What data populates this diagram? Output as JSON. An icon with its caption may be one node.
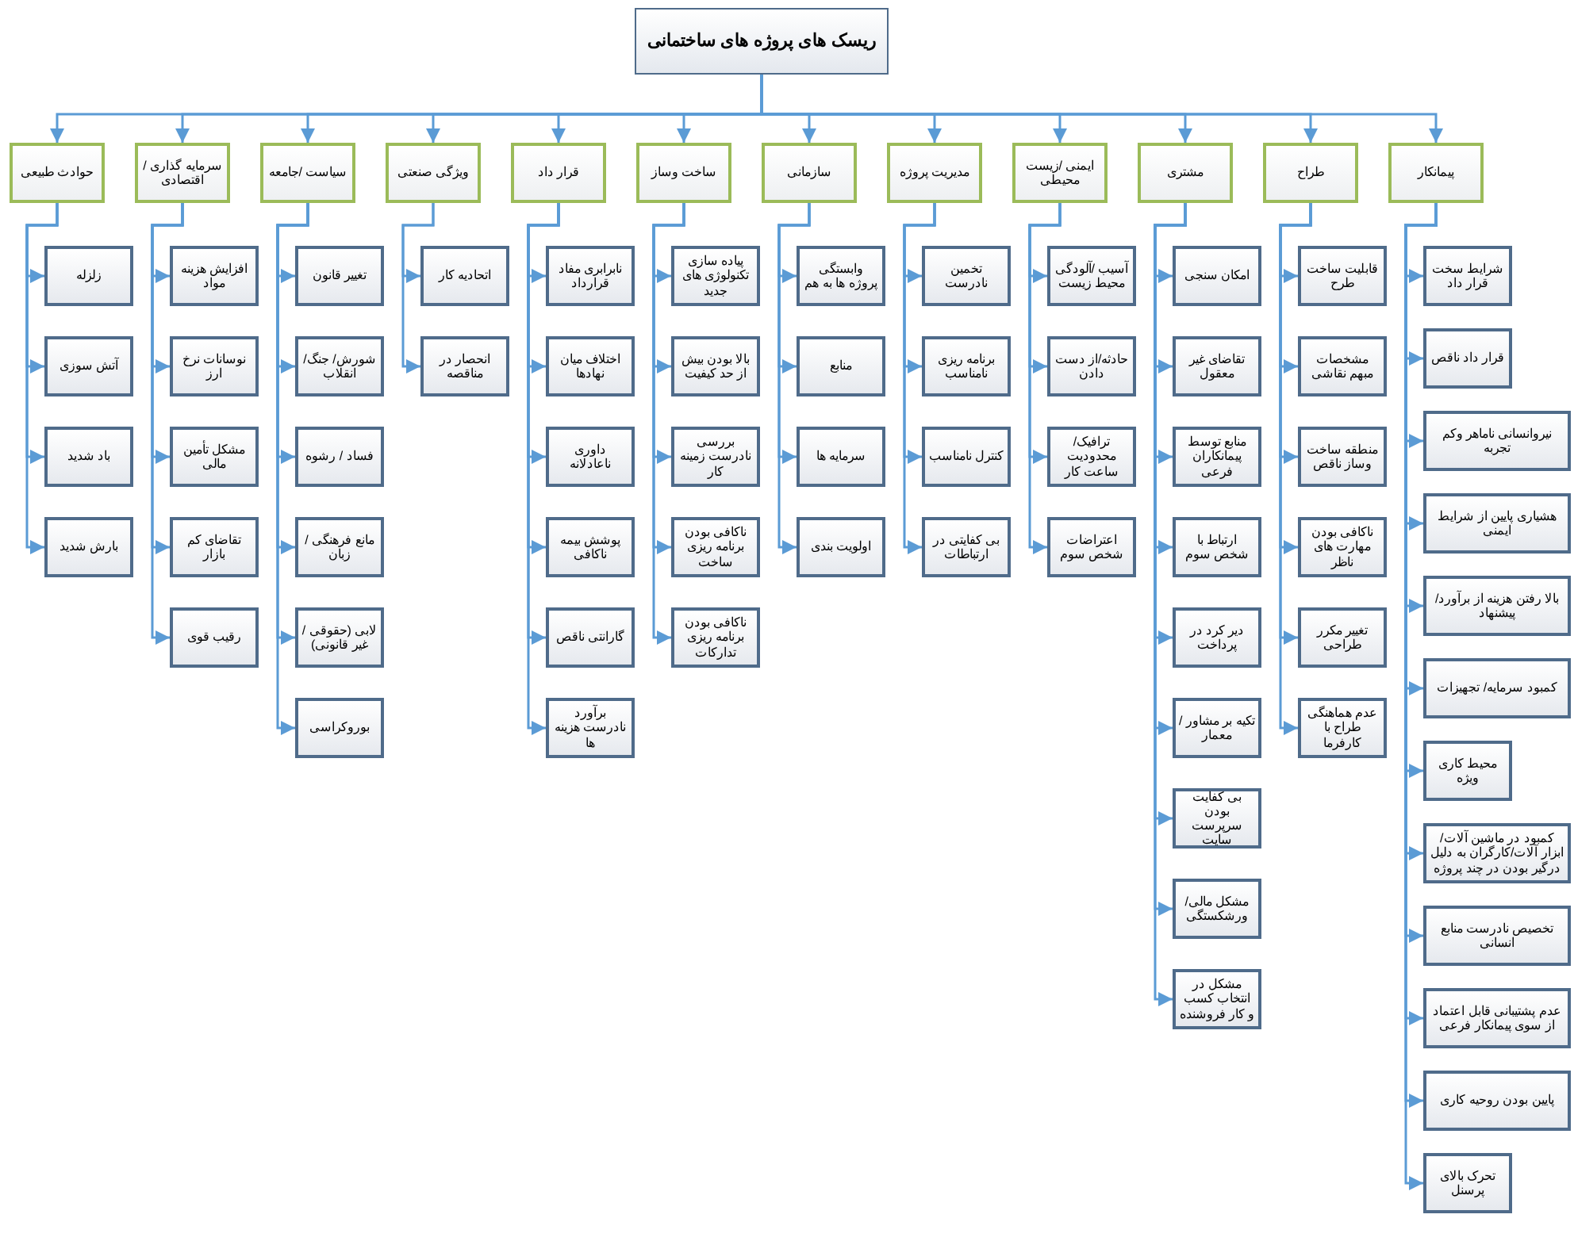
{
  "diagram": {
    "nodes": [
      {
        "text": [
          "ریسک های پروژه های ساختمانی"
        ]
      },
      {
        "text": [
          "پیمانکار"
        ]
      },
      {
        "text": [
          "شرایط سخت قرار داد"
        ]
      },
      {
        "text": [
          "قرار داد ناقص"
        ]
      },
      {
        "text": [
          "نیروانسانی ناماهر وکم تجربه"
        ]
      },
      {
        "text": [
          "هشیاری پایین از شرایط ایمنی"
        ]
      },
      {
        "text": [
          "بالا رفتن هزینه از برآورد/ پیشنهاد"
        ]
      },
      {
        "text": [
          "کمبود سرمایه/ تجهیزات"
        ]
      },
      {
        "text": [
          "محیط کاری ویژه"
        ]
      },
      {
        "text": [
          "کمبود در ماشین آلات/ ابزار آلات/کارگران به دلیل درگیر بودن در چند پروژه"
        ]
      },
      {
        "text": [
          "تخصیص نادرست منابع انسانی"
        ]
      },
      {
        "text": [
          "عدم پشتیبانی قابل اعتماد از سوی پیمانکار فرعی"
        ]
      },
      {
        "text": [
          "پایین بودن روحیه کاری"
        ]
      },
      {
        "text": [
          "تحرک بالای پرسنل"
        ]
      },
      {
        "text": [
          "طراح"
        ]
      },
      {
        "text": [
          "قابلیت ساخت طرح"
        ]
      },
      {
        "text": [
          "مشخصات مبهم نقاشی"
        ]
      },
      {
        "text": [
          "منطقه ساخت وساز ناقص"
        ]
      },
      {
        "text": [
          "ناکافی بودن مهارت های ناظر"
        ]
      },
      {
        "text": [
          "تغییر مکرر طراحی"
        ]
      },
      {
        "text": [
          "عدم هماهنگی طراح با کارفرما"
        ]
      },
      {
        "text": [
          "مشتری"
        ]
      },
      {
        "text": [
          "امکان سنجی"
        ]
      },
      {
        "text": [
          "تقاضای غیر معقول"
        ]
      },
      {
        "text": [
          "منابع توسط پیمانکاران فرعی"
        ]
      },
      {
        "text": [
          "ارتباط با شخص سوم"
        ]
      },
      {
        "text": [
          "دیر کرد در پرداخت"
        ]
      },
      {
        "text": [
          "تکیه بر مشاور / معمار"
        ]
      },
      {
        "text": [
          "بی کفایت بودن سرپرست سایت"
        ]
      },
      {
        "text": [
          "مشکل مالی/ ورشکستگی"
        ]
      },
      {
        "text": [
          "مشکل در انتخاب کسب و کار فروشنده"
        ]
      },
      {
        "text": [
          "ایمنی /زیست محیطی"
        ]
      },
      {
        "text": [
          "آسیب /آلودگی محیط زیست"
        ]
      },
      {
        "text": [
          "حادثه/از دست دادن"
        ]
      },
      {
        "text": [
          "ترافیک/ محدودیت ساعت کار"
        ]
      },
      {
        "text": [
          "اعتراضات شخص سوم"
        ]
      },
      {
        "text": [
          "مدیریت پروژه"
        ]
      },
      {
        "text": [
          "تخمین نادرست"
        ]
      },
      {
        "text": [
          "برنامه ریزی نامناسب"
        ]
      },
      {
        "text": [
          "کنترل نامناسب"
        ]
      },
      {
        "text": [
          "بی کفایتی در ارتباطات"
        ]
      },
      {
        "text": [
          "سازمانی"
        ]
      },
      {
        "text": [
          "وابستگی پروژه ها به هم"
        ]
      },
      {
        "text": [
          "منابع"
        ]
      },
      {
        "text": [
          "سرمایه ها"
        ]
      },
      {
        "text": [
          "اولویت بندی"
        ]
      },
      {
        "text": [
          "ساخت وساز"
        ]
      },
      {
        "text": [
          "پیاده سازی تکنولوژی های جدید"
        ]
      },
      {
        "text": [
          "بالا بودن بیش از حد کیفیت"
        ]
      },
      {
        "text": [
          "بررسی نادرست زمینه کار"
        ]
      },
      {
        "text": [
          "ناکافی بودن برنامه ریزی ساخت"
        ]
      },
      {
        "text": [
          "ناکافی بودن برنامه ریزی تدارکات"
        ]
      },
      {
        "text": [
          "قرار داد"
        ]
      },
      {
        "text": [
          "نابرابری مفاد قرارداد"
        ]
      },
      {
        "text": [
          "اختلاف میان نهادها"
        ]
      },
      {
        "text": [
          "داوری ناعادلانه"
        ]
      },
      {
        "text": [
          "پوشش بیمه ناکافی"
        ]
      },
      {
        "text": [
          "گارانتی ناقص"
        ]
      },
      {
        "text": [
          "برآورد نادرست هزینه ها"
        ]
      },
      {
        "text": [
          "ویژگی صنعتی"
        ]
      },
      {
        "text": [
          "اتحادیه کار"
        ]
      },
      {
        "text": [
          "انحصار در مناقصه"
        ]
      },
      {
        "text": [
          "سیاست /جامعه"
        ]
      },
      {
        "text": [
          "تغییر قانون"
        ]
      },
      {
        "text": [
          "شورش/ جنگ/ انقلاب"
        ]
      },
      {
        "text": [
          "فساد / رشوه"
        ]
      },
      {
        "text": [
          "مانع فرهنگی / زبان"
        ]
      },
      {
        "text": [
          "لابی (حقوقی / غیر قانونی)"
        ]
      },
      {
        "text": [
          "بوروکراسی"
        ]
      },
      {
        "text": [
          "سرمایه گذاری / اقتصادی"
        ]
      },
      {
        "text": [
          "افزایش هزینه مواد"
        ]
      },
      {
        "text": [
          "نوسانات نرخ ارز"
        ]
      },
      {
        "text": [
          "مشکل تأمین مالی"
        ]
      },
      {
        "text": [
          "تقاضای کم بازار"
        ]
      },
      {
        "text": [
          "رقیب قوی"
        ]
      },
      {
        "text": [
          "حوادث طبیعی"
        ]
      },
      {
        "text": [
          "زلزله"
        ]
      },
      {
        "text": [
          "آتش سوزی"
        ]
      },
      {
        "text": [
          "باد شدید"
        ]
      },
      {
        "text": [
          "بارش شدید"
        ]
      }
    ],
    "edges": [
      {
        "from": 0,
        "to": 1,
        "arrow": "to"
      },
      {
        "from": 0,
        "to": 14,
        "arrow": "to"
      },
      {
        "from": 0,
        "to": 21,
        "arrow": "to"
      },
      {
        "from": 0,
        "to": 31,
        "arrow": "to"
      },
      {
        "from": 0,
        "to": 36,
        "arrow": "to"
      },
      {
        "from": 0,
        "to": 41,
        "arrow": "to"
      },
      {
        "from": 0,
        "to": 46,
        "arrow": "to"
      },
      {
        "from": 0,
        "to": 52,
        "arrow": "to"
      },
      {
        "from": 0,
        "to": 59,
        "arrow": "to"
      },
      {
        "from": 0,
        "to": 62,
        "arrow": "to"
      },
      {
        "from": 0,
        "to": 69,
        "arrow": "to"
      },
      {
        "from": 0,
        "to": 75,
        "arrow": "to"
      },
      {
        "from": 1,
        "to": 2,
        "arrow": "to"
      },
      {
        "from": 1,
        "to": 3,
        "arrow": "to"
      },
      {
        "from": 1,
        "to": 4,
        "arrow": "to"
      },
      {
        "from": 1,
        "to": 5,
        "arrow": "to"
      },
      {
        "from": 1,
        "to": 6,
        "arrow": "to"
      },
      {
        "from": 1,
        "to": 7,
        "arrow": "to"
      },
      {
        "from": 1,
        "to": 8,
        "arrow": "to"
      },
      {
        "from": 1,
        "to": 9,
        "arrow": "to"
      },
      {
        "from": 1,
        "to": 10,
        "arrow": "to"
      },
      {
        "from": 1,
        "to": 11,
        "arrow": "to"
      },
      {
        "from": 1,
        "to": 12,
        "arrow": "to"
      },
      {
        "from": 1,
        "to": 13,
        "arrow": "to"
      },
      {
        "from": 14,
        "to": 15,
        "arrow": "to"
      },
      {
        "from": 14,
        "to": 16,
        "arrow": "to"
      },
      {
        "from": 14,
        "to": 17,
        "arrow": "to"
      },
      {
        "from": 14,
        "to": 18,
        "arrow": "to"
      },
      {
        "from": 14,
        "to": 19,
        "arrow": "to"
      },
      {
        "from": 14,
        "to": 20,
        "arrow": "to"
      },
      {
        "from": 21,
        "to": 22,
        "arrow": "to"
      },
      {
        "from": 21,
        "to": 23,
        "arrow": "to"
      },
      {
        "from": 21,
        "to": 24,
        "arrow": "to"
      },
      {
        "from": 21,
        "to": 25,
        "arrow": "to"
      },
      {
        "from": 21,
        "to": 26,
        "arrow": "to"
      },
      {
        "from": 21,
        "to": 27,
        "arrow": "to"
      },
      {
        "from": 21,
        "to": 28,
        "arrow": "to"
      },
      {
        "from": 21,
        "to": 29,
        "arrow": "to"
      },
      {
        "from": 21,
        "to": 30,
        "arrow": "to"
      },
      {
        "from": 31,
        "to": 32,
        "arrow": "to"
      },
      {
        "from": 31,
        "to": 33,
        "arrow": "to"
      },
      {
        "from": 31,
        "to": 34,
        "arrow": "to"
      },
      {
        "from": 31,
        "to": 35,
        "arrow": "to"
      },
      {
        "from": 36,
        "to": 37,
        "arrow": "to"
      },
      {
        "from": 36,
        "to": 38,
        "arrow": "to"
      },
      {
        "from": 36,
        "to": 39,
        "arrow": "to"
      },
      {
        "from": 36,
        "to": 40,
        "arrow": "to"
      },
      {
        "from": 41,
        "to": 42,
        "arrow": "to"
      },
      {
        "from": 41,
        "to": 43,
        "arrow": "to"
      },
      {
        "from": 41,
        "to": 44,
        "arrow": "to"
      },
      {
        "from": 41,
        "to": 45,
        "arrow": "to"
      },
      {
        "from": 46,
        "to": 47,
        "arrow": "to"
      },
      {
        "from": 46,
        "to": 48,
        "arrow": "to"
      },
      {
        "from": 46,
        "to": 49,
        "arrow": "to"
      },
      {
        "from": 46,
        "to": 50,
        "arrow": "to"
      },
      {
        "from": 46,
        "to": 51,
        "arrow": "to"
      },
      {
        "from": 52,
        "to": 53,
        "arrow": "to"
      },
      {
        "from": 52,
        "to": 54,
        "arrow": "to"
      },
      {
        "from": 52,
        "to": 55,
        "arrow": "to"
      },
      {
        "from": 52,
        "to": 56,
        "arrow": "to"
      },
      {
        "from": 52,
        "to": 57,
        "arrow": "to"
      },
      {
        "from": 52,
        "to": 58,
        "arrow": "to"
      },
      {
        "from": 59,
        "to": 60,
        "arrow": "to"
      },
      {
        "from": 59,
        "to": 61,
        "arrow": "to"
      },
      {
        "from": 62,
        "to": 63,
        "arrow": "to"
      },
      {
        "from": 62,
        "to": 64,
        "arrow": "to"
      },
      {
        "from": 62,
        "to": 65,
        "arrow": "to"
      },
      {
        "from": 62,
        "to": 66,
        "arrow": "to"
      },
      {
        "from": 62,
        "to": 67,
        "arrow": "to"
      },
      {
        "from": 62,
        "to": 68,
        "arrow": "to"
      },
      {
        "from": 69,
        "to": 70,
        "arrow": "to"
      },
      {
        "from": 69,
        "to": 71,
        "arrow": "to"
      },
      {
        "from": 69,
        "to": 72,
        "arrow": "to"
      },
      {
        "from": 69,
        "to": 73,
        "arrow": "to"
      },
      {
        "from": 69,
        "to": 74,
        "arrow": "to"
      },
      {
        "from": 75,
        "to": 76,
        "arrow": "to"
      },
      {
        "from": 75,
        "to": 77,
        "arrow": "to"
      },
      {
        "from": 75,
        "to": 78,
        "arrow": "to"
      },
      {
        "from": 75,
        "to": 79,
        "arrow": "to"
      }
    ]
  }
}
